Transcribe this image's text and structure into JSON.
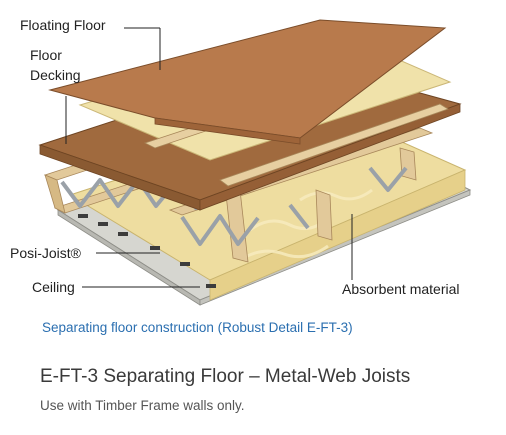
{
  "diagram": {
    "labels": {
      "floating_floor": "Floating Floor",
      "floor_decking_line1": "Floor",
      "floor_decking_line2": "Decking",
      "posi_joist": "Posi-Joist®",
      "ceiling": "Ceiling",
      "absorbent_material": "Absorbent material"
    },
    "caption": "Separating floor construction (Robust Detail E-FT-3)"
  },
  "heading": {
    "title": "E-FT-3 Separating Floor – Metal-Web Joists",
    "subtitle": "Use with Timber Frame walls only."
  },
  "colors": {
    "floating_floor": "#b87a4c",
    "decking": "#a06a3e",
    "insulation": "#eedda0",
    "timber": "#e2c99a",
    "ceiling": "#d6d6d0",
    "web": "#9aa1a8",
    "caption": "#2b6fb0"
  }
}
